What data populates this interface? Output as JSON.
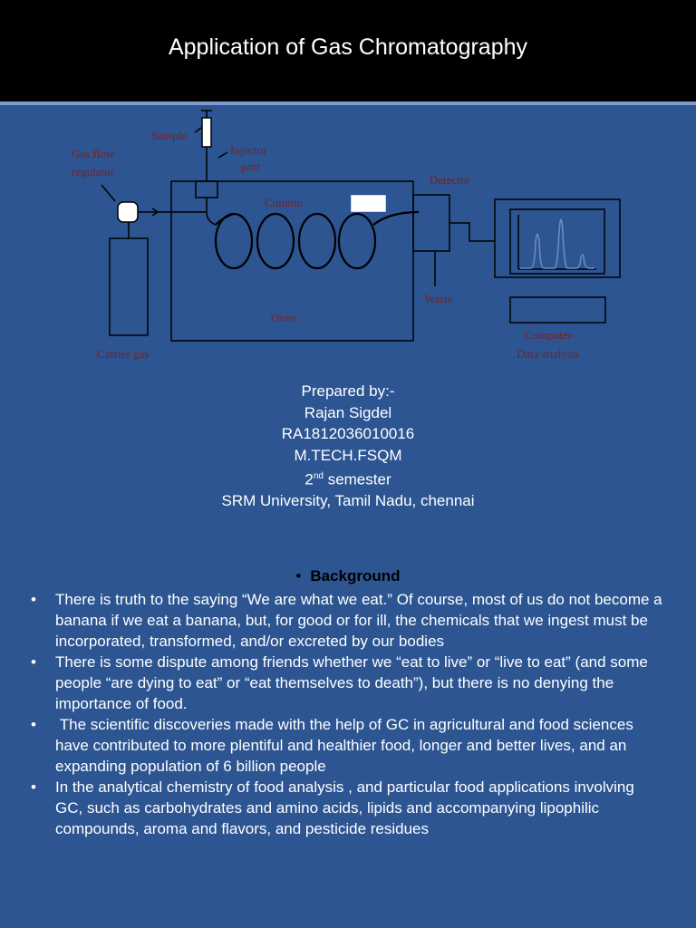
{
  "slide": {
    "title": "Application of Gas Chromatography"
  },
  "diagram": {
    "labels": {
      "sample": "Sample",
      "injector_port_line1": "Injector",
      "injector_port_line2": "port",
      "gas_flow_line1": "Gas flow",
      "gas_flow_line2": "regulator",
      "column": "Column",
      "detector": "Detector",
      "waste": "Waste",
      "oven": "Oven",
      "carrier_gas": "Carrier gas",
      "computer_line1": "Computer-",
      "computer_line2": "Data analysis"
    },
    "colors": {
      "line": "#000000",
      "label": "#7a1f1f",
      "trace": "#6f8fbf"
    }
  },
  "credits": {
    "prepared_by": "Prepared by:-",
    "name": "Rajan Sigdel",
    "reg_no": "RA1812036010016",
    "program": "M.TECH.FSQM",
    "semester_num": "2",
    "semester_suffix": "nd",
    "semester_word": " semester",
    "university": "SRM University, Tamil Nadu, chennai"
  },
  "background": {
    "heading": "Background",
    "bullet_glyph": "•",
    "items": [
      "There is truth to the saying “We are what we eat.” Of course, most of us do not become a banana if we eat a banana, but, for good or for ill, the chemicals that we ingest must be incorporated, transformed, and/or excreted by our bodies",
      "There is some dispute among friends whether we “eat to live” or “live to eat” (and some people “are dying to eat” or “eat themselves to death”), but there is no denying the importance of food.",
      " The scientific discoveries made with the help of GC in agricultural and food sciences have contributed to more plentiful and healthier food, longer and better lives, and an expanding population of 6 billion people",
      "In the analytical chemistry of food analysis , and particular food applications involving GC, such as carbohydrates and amino acids, lipids and accompanying lipophilic compounds, aroma and flavors, and pesticide residues"
    ]
  }
}
